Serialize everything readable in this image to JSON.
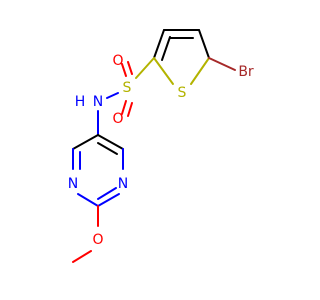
{
  "molecule": {
    "atoms": {
      "br": "Br",
      "s_ring": "S",
      "s_sulfonyl": "S",
      "o_top": "O",
      "o_bottom": "O",
      "nh": "H",
      "nh_n": "N",
      "n_left": "N",
      "n_right": "N",
      "o_methoxy": "O"
    },
    "colors": {
      "bond": "#000000",
      "sulfur": "#B3B300",
      "nitrogen": "#0000FF",
      "oxygen": "#FF0000",
      "bromine": "#A62929"
    }
  }
}
